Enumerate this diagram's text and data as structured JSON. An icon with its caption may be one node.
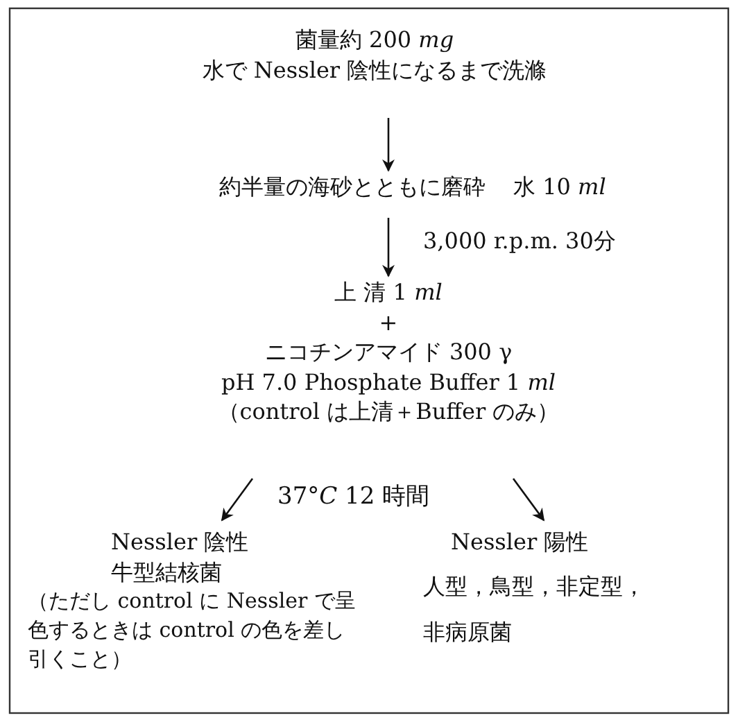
{
  "diagram": {
    "nodes": [
      {
        "text": [
          "菌量約 200 *mg*",
          "水で Nessler 陰性になるまで洗滌"
        ]
      },
      {
        "text": [
          "約半量の海砂とともに磨砕"
        ],
        "beside": [
          "水 10 *ml*"
        ]
      },
      {
        "text": [
          "上 清 1 *ml*",
          "+",
          "ニコチンアマイド 300 γ",
          "pH 7.0 Phosphate Buffer 1 *ml*",
          "（control は上清＋Buffer のみ）"
        ]
      },
      {
        "text": [
          "Nessler 陰性",
          "牛型結核菌",
          "（ただし control に Nessler で呈色するときは control の色を差し引くこと）"
        ]
      },
      {
        "text": [
          "Nessler 陽性",
          "人型，鳥型，非定型，非病原菌"
        ]
      }
    ],
    "edges": [
      {
        "from": 0,
        "to": 1,
        "arrow": "to"
      },
      {
        "from": 1,
        "to": 2,
        "arrow": "to",
        "label": "3,000 r.p.m. 30分"
      },
      {
        "from": 2,
        "to": 3,
        "arrow": "to"
      },
      {
        "from": 2,
        "to": 4,
        "arrow": "to"
      }
    ],
    "labels": [
      "37°*C* 12 時間"
    ]
  }
}
